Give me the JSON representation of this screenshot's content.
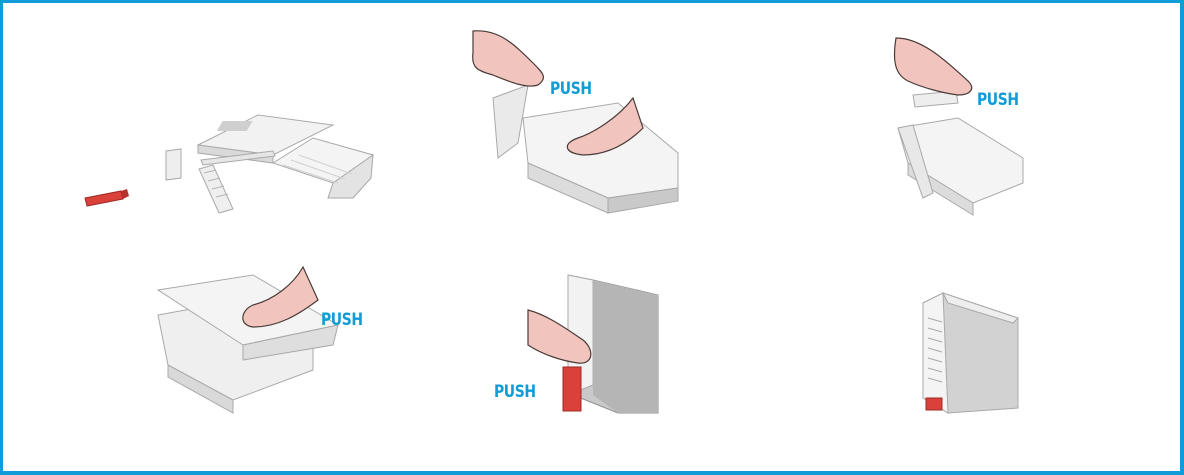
{
  "colors": {
    "border": "#119bd7",
    "label": "#119bd7",
    "accent_red": "#d9413a",
    "hand": "#f1c5be",
    "hand_stroke": "#4a3b38",
    "part_light": "#f2f2f2",
    "part_mid": "#d9d9d9",
    "part_dark": "#a9a9a9"
  },
  "steps": [
    {
      "id": 1,
      "description_icon": "exploded-enclosure-parts",
      "label": ""
    },
    {
      "id": 2,
      "description_icon": "hand-press-side-panel",
      "label": "PUSH"
    },
    {
      "id": 3,
      "description_icon": "hand-press-vent-grille",
      "label": "PUSH"
    },
    {
      "id": 4,
      "description_icon": "hand-press-top-cover",
      "label": "PUSH"
    },
    {
      "id": 5,
      "description_icon": "hand-press-red-clip",
      "label": "PUSH"
    },
    {
      "id": 6,
      "description_icon": "assembled-enclosure",
      "label": ""
    }
  ]
}
